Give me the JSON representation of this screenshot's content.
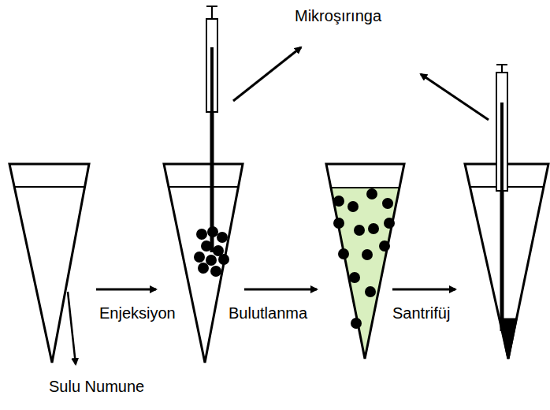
{
  "diagram": {
    "labels": [
      "Mikroşırınga",
      "Enjeksiyon",
      "Bulutlanma",
      "Santrifüj",
      "Sulu Numune"
    ]
  }
}
